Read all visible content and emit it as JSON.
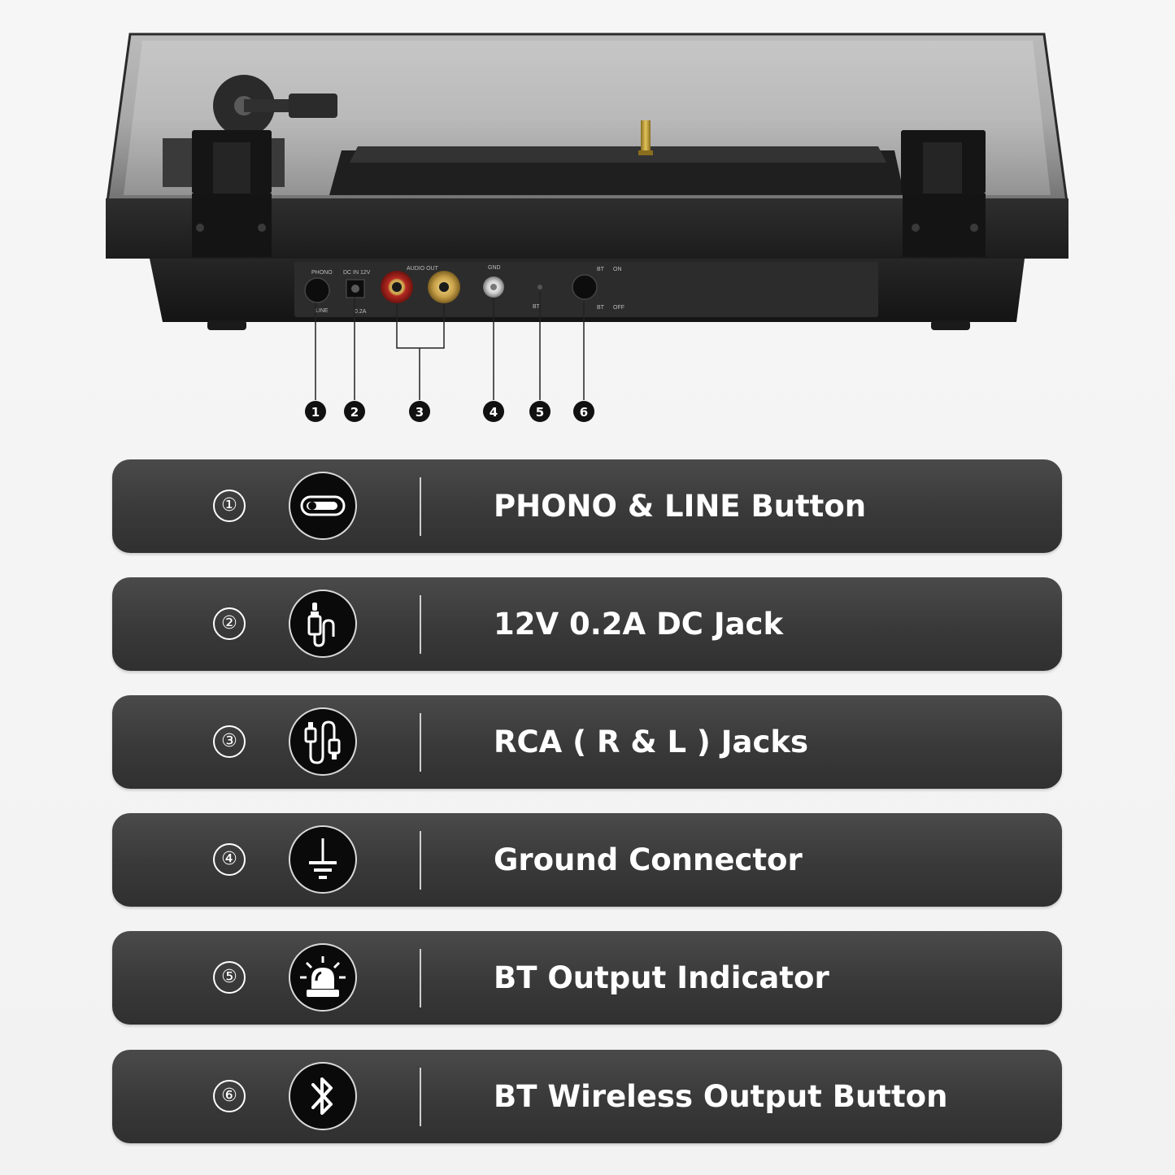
{
  "device_panel": {
    "labels": {
      "phono": "PHONO",
      "line": "LINE",
      "dc_in": "DC IN 12V",
      "dc_current": "0.2A",
      "audio_out": "AUDIO OUT",
      "gnd": "GND",
      "bt_indicator": "BT",
      "bt_on": "BT",
      "on": "ON",
      "bt_off": "BT",
      "off": "OFF"
    },
    "callouts": [
      "1",
      "2",
      "3",
      "4",
      "5",
      "6"
    ]
  },
  "features": [
    {
      "number": "①",
      "icon": "toggle-switch-icon",
      "label": "PHONO & LINE Button"
    },
    {
      "number": "②",
      "icon": "audio-jack-icon",
      "label": "12V 0.2A DC Jack"
    },
    {
      "number": "③",
      "icon": "rca-cable-icon",
      "label": "RCA ( R & L ) Jacks"
    },
    {
      "number": "④",
      "icon": "ground-icon",
      "label": "Ground Connector"
    },
    {
      "number": "⑤",
      "icon": "alarm-light-icon",
      "label": "BT Output Indicator"
    },
    {
      "number": "⑥",
      "icon": "bluetooth-icon",
      "label": "BT Wireless Output Button"
    }
  ],
  "colors": {
    "row_background": "#3a3a3a",
    "rca_right": "#c0392b",
    "rca_left": "#d4a64a",
    "spindle": "#c9a640"
  }
}
